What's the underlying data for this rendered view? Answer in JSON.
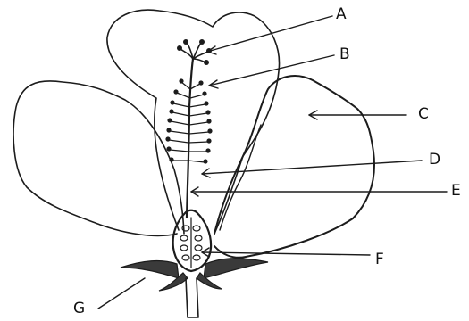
{
  "diagram": {
    "labels": {
      "a": "A",
      "b": "B",
      "c": "C",
      "d": "D",
      "e": "E",
      "f": "F",
      "g": "G"
    },
    "colors": {
      "ink": "#1c1c1c",
      "background": "#ffffff"
    }
  }
}
